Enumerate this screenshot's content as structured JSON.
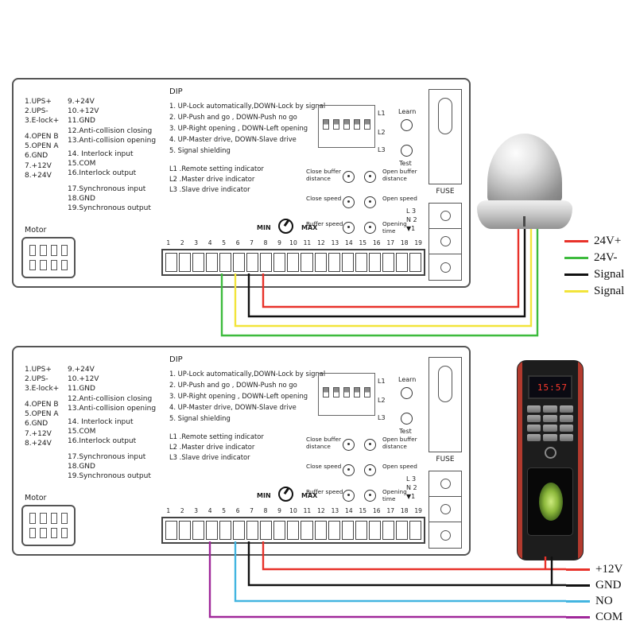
{
  "board": {
    "left_labels_a": [
      "1.UPS+",
      "2.UPS-",
      "3.E-lock+"
    ],
    "left_labels_b": [
      "4.OPEN B",
      "5.OPEN A",
      "6.GND",
      "7.+12V",
      "8.+24V"
    ],
    "mid_labels_a": [
      "9.+24V",
      "10.+12V",
      "11.GND",
      "12.Anti-collision closing",
      "13.Anti-collision opening"
    ],
    "mid_labels_b": [
      "14. Interlock input",
      "15.COM",
      "16.Interlock output"
    ],
    "mid_labels_c": [
      "17.Synchronous input",
      "18.GND",
      "19.Synchronous output"
    ],
    "dip_title": "DIP",
    "dip_items": [
      "1.  UP-Lock automatically,DOWN-Lock by signal",
      "2.  UP-Push and go ,  DOWN-Push no go",
      "3.  UP-Right opening ,  DOWN-Left opening",
      "4.  UP-Master drive,  DOWN-Slave drive",
      "5.  Signal shielding"
    ],
    "led_items": [
      "L1 .Remote setting indicator",
      "L2 .Master drive indicator",
      "L3 .Slave drive indicator"
    ],
    "dip_leds": [
      "L1",
      "L2",
      "L3"
    ],
    "learn_label": "Learn",
    "test_label": "Test",
    "knob_rows": [
      {
        "left": "Close buffer distance",
        "right": "Open buffer distance"
      },
      {
        "left": "Close speed",
        "right": "Open speed"
      },
      {
        "left": "Buffer speed",
        "right": "Opening time"
      }
    ],
    "min_label": "MIN",
    "max_label": "MAX",
    "power_pins": [
      "L 3",
      "N 2",
      "▼1"
    ],
    "fuse_label": "FUSE",
    "motor_label": "Motor",
    "terminals": [
      "1",
      "2",
      "3",
      "4",
      "5",
      "6",
      "7",
      "8",
      "9",
      "10",
      "11",
      "12",
      "13",
      "14",
      "15",
      "16",
      "17",
      "18",
      "19"
    ]
  },
  "devices": {
    "sensor": {
      "name": "microwave-motion-sensor"
    },
    "fingerprint": {
      "display_time": "15:57"
    }
  },
  "top_legend": [
    {
      "color": "#e8322a",
      "label": "24V+"
    },
    {
      "color": "#3dbb3d",
      "label": "24V-"
    },
    {
      "color": "#111111",
      "label": "Signal"
    },
    {
      "color": "#f2e43a",
      "label": "Signal"
    }
  ],
  "bottom_legend": [
    {
      "color": "#e8322a",
      "label": "+12V"
    },
    {
      "color": "#111111",
      "label": "GND"
    },
    {
      "color": "#43b5e0",
      "label": "NO"
    },
    {
      "color": "#a0289a",
      "label": "COM"
    }
  ],
  "wires": {
    "top": [
      {
        "color": "#e8322a"
      },
      {
        "color": "#111111"
      },
      {
        "color": "#f2e43a"
      },
      {
        "color": "#3dbb3d"
      }
    ],
    "bottom": [
      {
        "color": "#e8322a"
      },
      {
        "color": "#111111"
      },
      {
        "color": "#43b5e0"
      },
      {
        "color": "#a0289a"
      }
    ]
  }
}
